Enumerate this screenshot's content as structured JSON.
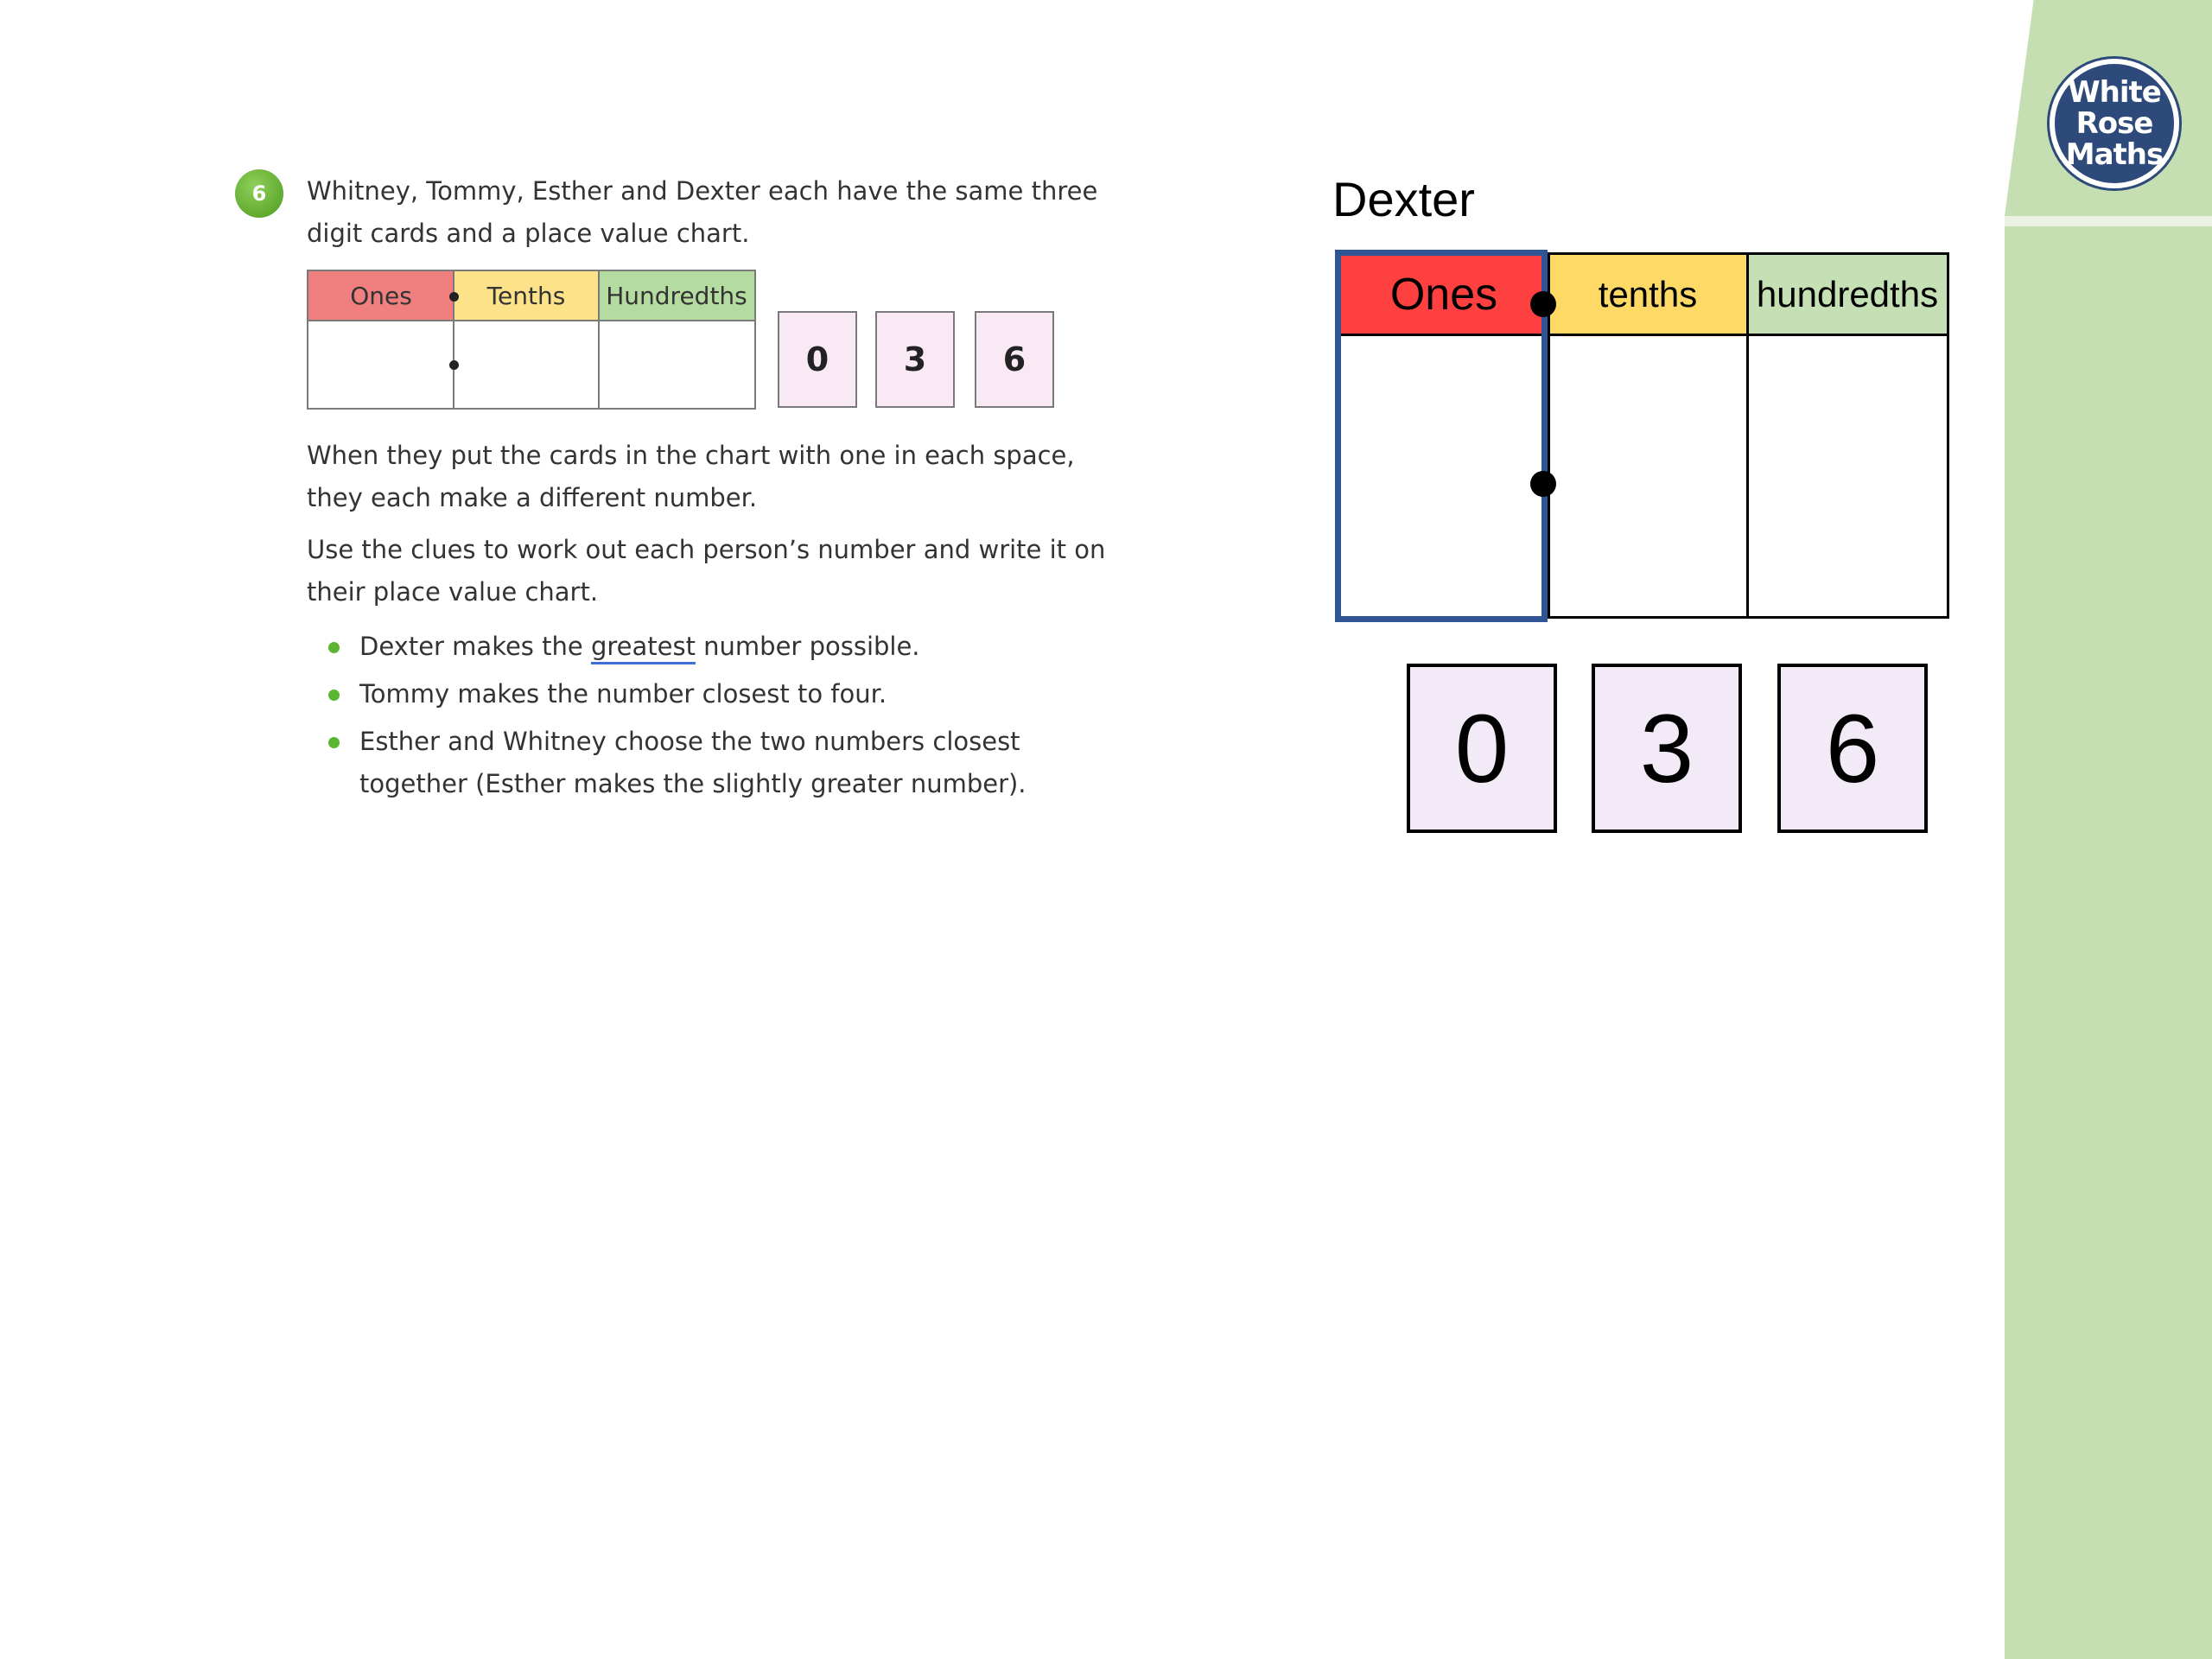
{
  "logo": {
    "line1": "White",
    "line2": "Rose",
    "line3": "Maths"
  },
  "question": {
    "number": "6",
    "intro": "Whitney, Tommy, Esther and Dexter each have the same three digit cards and a place value chart.",
    "chart_headers": [
      "Ones",
      "Tenths",
      "Hundredths"
    ],
    "cards": [
      "0",
      "3",
      "6"
    ],
    "para1": "When they put the cards in the chart with one in each space, they each make a different number.",
    "para2": "Use the clues to work out each person’s number and write it on their place value chart.",
    "bullet1_pre": "Dexter makes the ",
    "bullet1_key": "greatest",
    "bullet1_post": " number possible.",
    "bullet2": "Tommy makes the number closest to four.",
    "bullet3": "Esther and Whitney choose the two numbers closest together (Esther makes the slightly greater number)."
  },
  "dexter": {
    "title": "Dexter",
    "chart_headers": [
      "Ones",
      "tenths",
      "hundredths"
    ],
    "cards": [
      "0",
      "3",
      "6"
    ]
  },
  "colors": {
    "ones_small": "#f08080",
    "tenths_small": "#fce38a",
    "hundredths_small": "#b5dca0",
    "ones_big": "#ff4040",
    "tenths_big": "#ffd966",
    "hundredths_big": "#c5e0b4",
    "highlight": "#2f5597",
    "panel": "#c5dfb3"
  }
}
